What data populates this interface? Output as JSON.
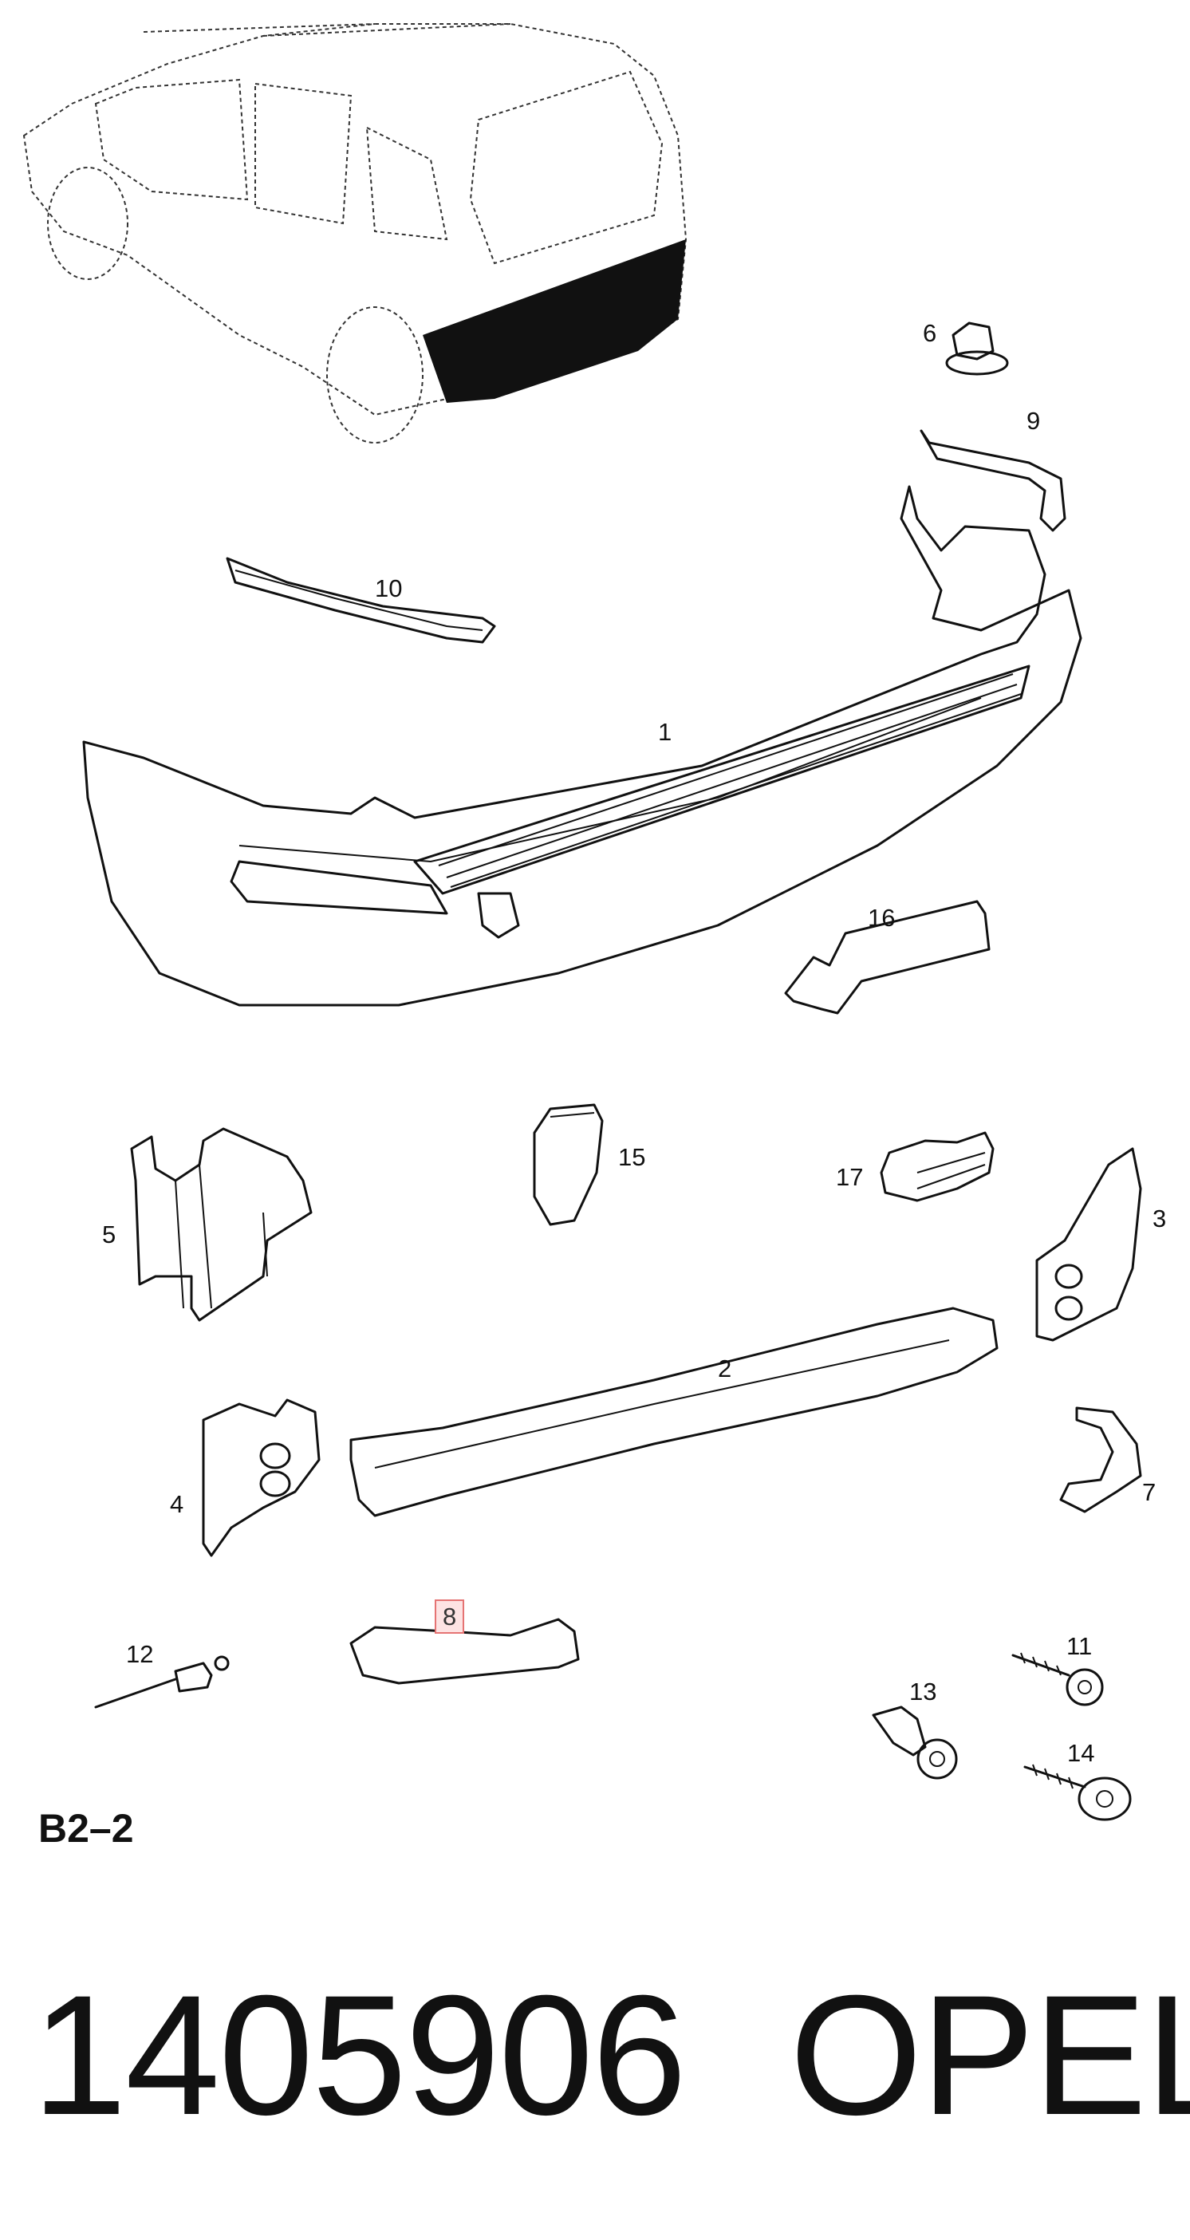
{
  "diagram": {
    "section_code": "B2–2",
    "part_number": "1405906",
    "brand": "OPEL",
    "highlighted_callout": "8",
    "highlight_color": "#fde3e3",
    "callouts": [
      {
        "label": "1"
      },
      {
        "label": "2"
      },
      {
        "label": "3"
      },
      {
        "label": "4"
      },
      {
        "label": "5"
      },
      {
        "label": "6"
      },
      {
        "label": "7"
      },
      {
        "label": "8"
      },
      {
        "label": "9"
      },
      {
        "label": "10"
      },
      {
        "label": "11"
      },
      {
        "label": "12"
      },
      {
        "label": "13"
      },
      {
        "label": "14"
      },
      {
        "label": "15"
      },
      {
        "label": "16"
      },
      {
        "label": "17"
      }
    ]
  }
}
